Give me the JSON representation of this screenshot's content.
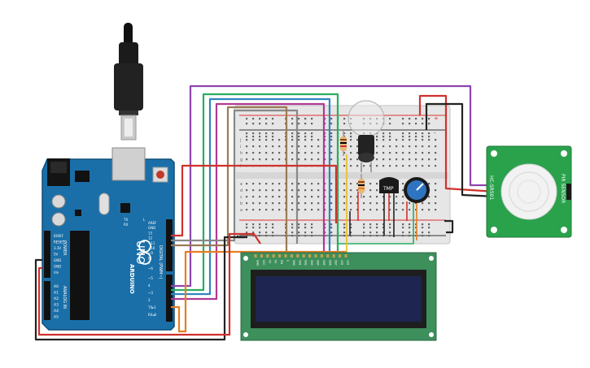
{
  "arduino": {
    "brand": "ARDUINO",
    "model": "UNO",
    "power_label": "POWER",
    "analog_label": "ANALOG IN",
    "digital_label": "DIGITAL (PWM~)",
    "tx_label": "TX",
    "rx_label": "RX",
    "led_l_label": "L",
    "power_pins": [
      "IOREF",
      "RESET",
      "3.3V",
      "5V",
      "GND",
      "GND",
      "Vin"
    ],
    "analog_pins": [
      "A0",
      "A1",
      "A2",
      "A3",
      "A4",
      "A5"
    ],
    "digital_pins": [
      "AREF",
      "GND",
      "13",
      "12",
      "~11",
      "~10",
      "~9",
      "8",
      "7",
      "~6",
      "~5",
      "4",
      "~3",
      "2",
      "TX▸1",
      "RX◂0"
    ]
  },
  "breadboard": {
    "rail_plus": "+",
    "rail_minus": "-",
    "row_letters_top": [
      "j",
      "i",
      "h",
      "g",
      "f"
    ],
    "row_letters_bottom": [
      "e",
      "d",
      "c",
      "b",
      "a"
    ]
  },
  "lcd": {
    "pin_labels": [
      "GND",
      "VCC",
      "V0",
      "RS",
      "RW",
      "E",
      "DB0",
      "DB1",
      "DB2",
      "DB3",
      "DB4",
      "DB5",
      "DB6",
      "DB7",
      "LED",
      "LED"
    ]
  },
  "temp_sensor": {
    "label": "TMP"
  },
  "pir_sensor": {
    "top_text": "PIR SENSOR",
    "bottom_text": "HC-SR501"
  },
  "colors": {
    "arduino_board": "#1a6fa8",
    "breadboard": "#e6e6e6",
    "lcd_pcb": "#3d8f5c",
    "lcd_screen": "#1d2550",
    "pir_pcb": "#2aa24c"
  }
}
